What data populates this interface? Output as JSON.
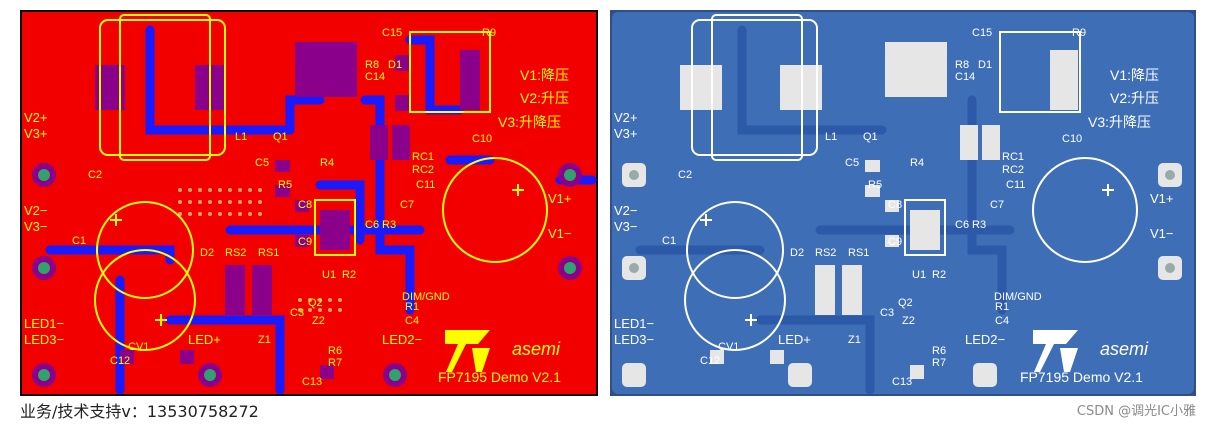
{
  "colors": {
    "red_board": "#f20000",
    "red_trace": "#1a1aff",
    "red_silk": "#ffff00",
    "red_pad": "#8b008b",
    "blue_board": "#3e6fb6",
    "blue_trace": "#2c5aa8",
    "blue_silk": "#ffffff",
    "blue_pad": "#e6e6e6"
  },
  "board": {
    "ref_labels": [
      "L1",
      "Q1",
      "C15",
      "R9",
      "R8",
      "D1",
      "C14",
      "C10",
      "C5",
      "R4",
      "R5",
      "RC1",
      "RC2",
      "C11",
      "C2",
      "C8",
      "C7",
      "C6",
      "R3",
      "C9",
      "U1",
      "R2",
      "C1",
      "D2",
      "RS2",
      "RS1",
      "C3",
      "Q2",
      "Z2",
      "R1",
      "C4",
      "CV1",
      "Z1",
      "R6",
      "R7",
      "C12",
      "C13"
    ],
    "terminals": {
      "v2p_v3p": [
        "V2+",
        "V3+"
      ],
      "v2m_v3m": [
        "V2−",
        "V3−"
      ],
      "v1p": "V1+",
      "v1m": "V1−",
      "led1_led3": [
        "LED1−",
        "LED3−"
      ],
      "ledp": "LED+",
      "led2m": "LED2−",
      "dim": "DIM/GND"
    },
    "modes": [
      "V1:降压",
      "V2:升压",
      "V3:升降压"
    ],
    "brand": "asemi",
    "demo_title": "FP7195 Demo V2.1"
  },
  "footer_contact": "业务/技术支持v：13530758272",
  "watermark": "CSDN @调光IC小雅",
  "icons": [
    "yasemi-logo-icon",
    "plus-icon"
  ]
}
